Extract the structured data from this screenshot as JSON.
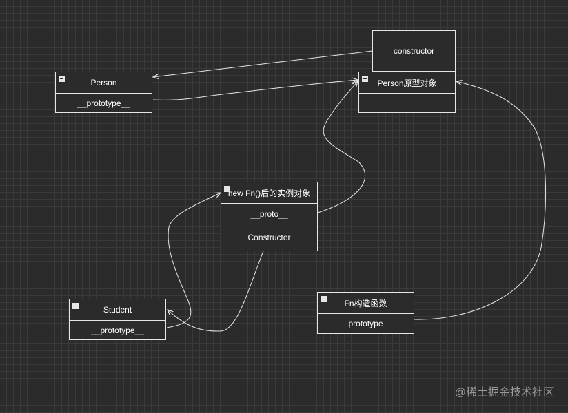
{
  "nodes": {
    "person": {
      "title": "Person",
      "row1": "__prototype__"
    },
    "constructor": {
      "title": "constructor"
    },
    "person_proto": {
      "title": "Person原型对象"
    },
    "instance": {
      "title": "new Fn()后的实例对象",
      "row1": "__proto__",
      "row2": "Constructor"
    },
    "student": {
      "title": "Student",
      "row1": "__prototype__"
    },
    "fn": {
      "title": "Fn构造函数",
      "row1": "prototype"
    }
  },
  "watermark": "@稀土掘金技术社区",
  "colors": {
    "background": "#2b2b2b",
    "stroke": "#e6e6e6",
    "text": "#ffffff"
  }
}
